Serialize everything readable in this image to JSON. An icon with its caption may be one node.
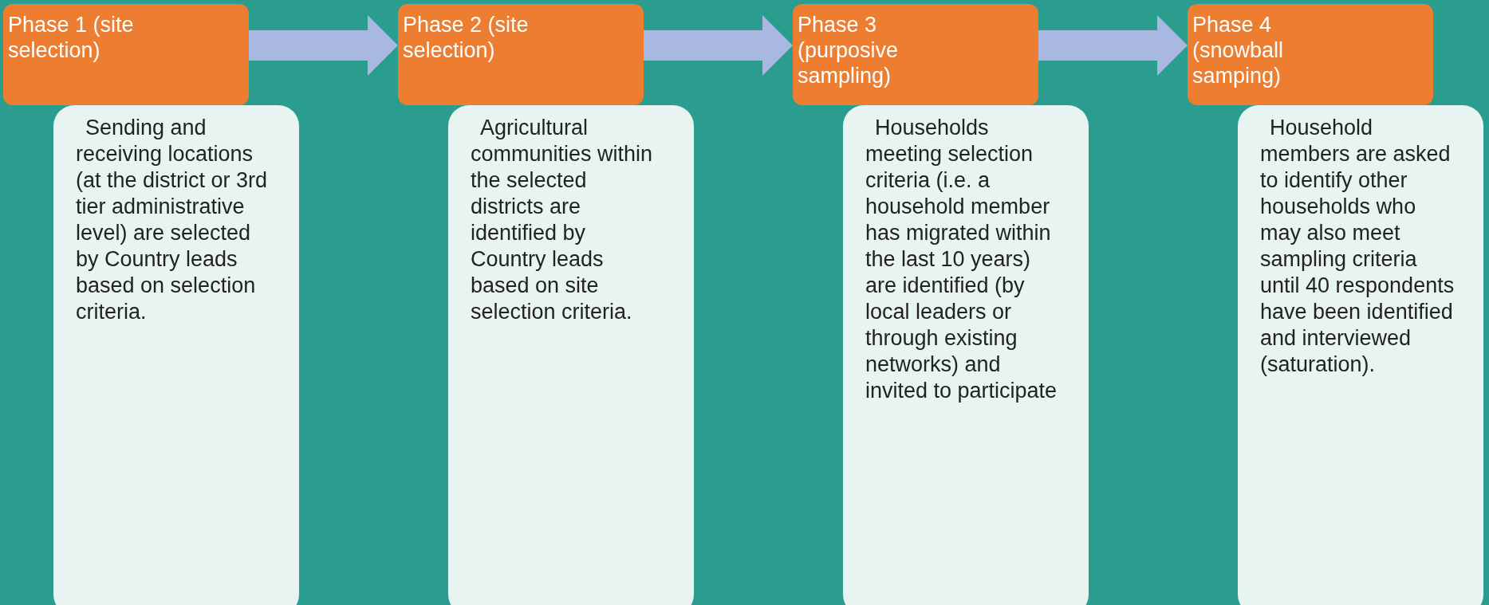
{
  "diagram": {
    "nodes": [
      {
        "text": [
          "Phase 1 (site selection)"
        ]
      },
      {
        "text": [
          "Sending and receiving locations (at the district or 3rd tier administrative level) are selected by Country leads based on selection criteria."
        ]
      },
      {
        "text": [
          "Phase 2 (site selection)"
        ]
      },
      {
        "text": [
          "Agricultural communities within the selected districts are identified by Country leads based on site selection criteria."
        ]
      },
      {
        "text": [
          "Phase 3 (purposive sampling)"
        ]
      },
      {
        "text": [
          "Households meeting selection criteria (i.e. a household member has migrated within the last 10 years) are identified (by local leaders or through existing networks) and invited to participate"
        ]
      },
      {
        "text": [
          "Phase 4 (snowball samping)"
        ]
      },
      {
        "text": [
          "Household members are asked to identify other households who may also meet sampling criteria until 40 respondents have been identified and interviewed (saturation)."
        ]
      }
    ],
    "edges": [
      {
        "from": 0,
        "to": 2,
        "arrow": "to"
      },
      {
        "from": 2,
        "to": 4,
        "arrow": "to"
      },
      {
        "from": 4,
        "to": 6,
        "arrow": "to"
      }
    ]
  }
}
